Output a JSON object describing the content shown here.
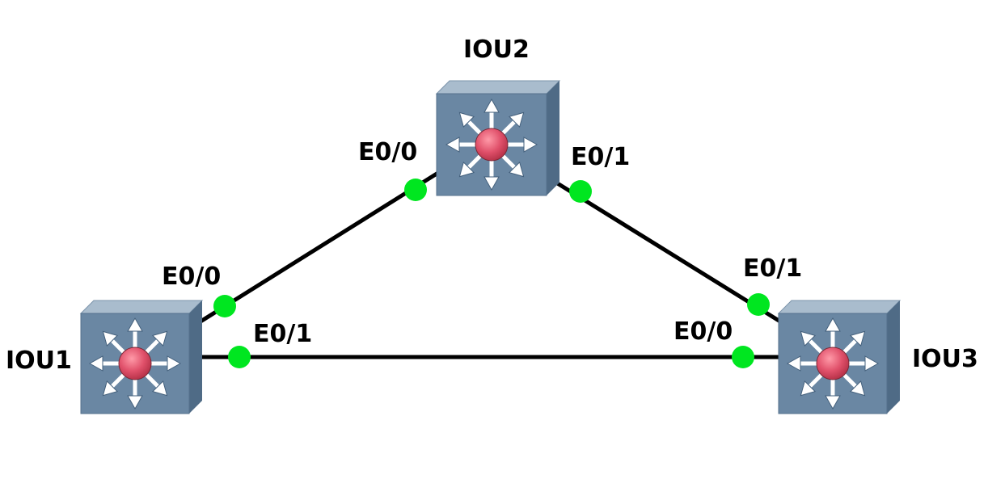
{
  "nodes": [
    {
      "name": "IOU1"
    },
    {
      "name": "IOU2"
    },
    {
      "name": "IOU3"
    }
  ],
  "links": [
    {
      "a": "IOU1",
      "a_port": "E0/0",
      "b": "IOU2",
      "b_port": "E0/0"
    },
    {
      "a": "IOU2",
      "a_port": "E0/1",
      "b": "IOU3",
      "b_port": "E0/1"
    },
    {
      "a": "IOU1",
      "a_port": "E0/1",
      "b": "IOU3",
      "b_port": "E0/0"
    }
  ],
  "colors": {
    "link": "#000000",
    "port_dot": "#00e620",
    "device_front": "#6a87a3",
    "device_top": "#a9bccd",
    "device_side": "#4f6b86",
    "device_center": "#e05a6e",
    "arrow": "#ffffff"
  },
  "icon": "layer3-switch-icon"
}
